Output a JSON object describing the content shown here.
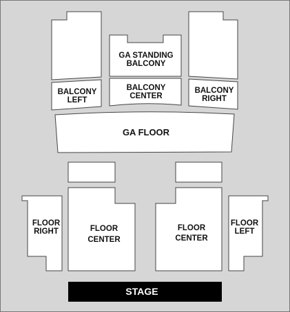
{
  "colors": {
    "page_background": "#ffffff",
    "venue_background": "#d6d6d6",
    "section_fill": "#ffffff",
    "section_stroke": "#444444",
    "stage_fill": "#000000",
    "stage_text": "#ffffff",
    "label_text": "#111111"
  },
  "sections": {
    "ga_standing_balcony": {
      "line1": "GA STANDING",
      "line2": "BALCONY"
    },
    "balcony_left": {
      "line1": "BALCONY",
      "line2": "LEFT"
    },
    "balcony_center": {
      "line1": "BALCONY",
      "line2": "CENTER"
    },
    "balcony_right": {
      "line1": "BALCONY",
      "line2": "RIGHT"
    },
    "ga_floor": {
      "line1": "GA FLOOR"
    },
    "floor_center_left": {
      "line1": "FLOOR",
      "line2": "CENTER"
    },
    "floor_center_right": {
      "line1": "FLOOR",
      "line2": "CENTER"
    },
    "floor_right": {
      "line1": "FLOOR",
      "line2": "RIGHT"
    },
    "floor_left": {
      "line1": "FLOOR",
      "line2": "LEFT"
    },
    "stage": {
      "label": "STAGE"
    }
  }
}
